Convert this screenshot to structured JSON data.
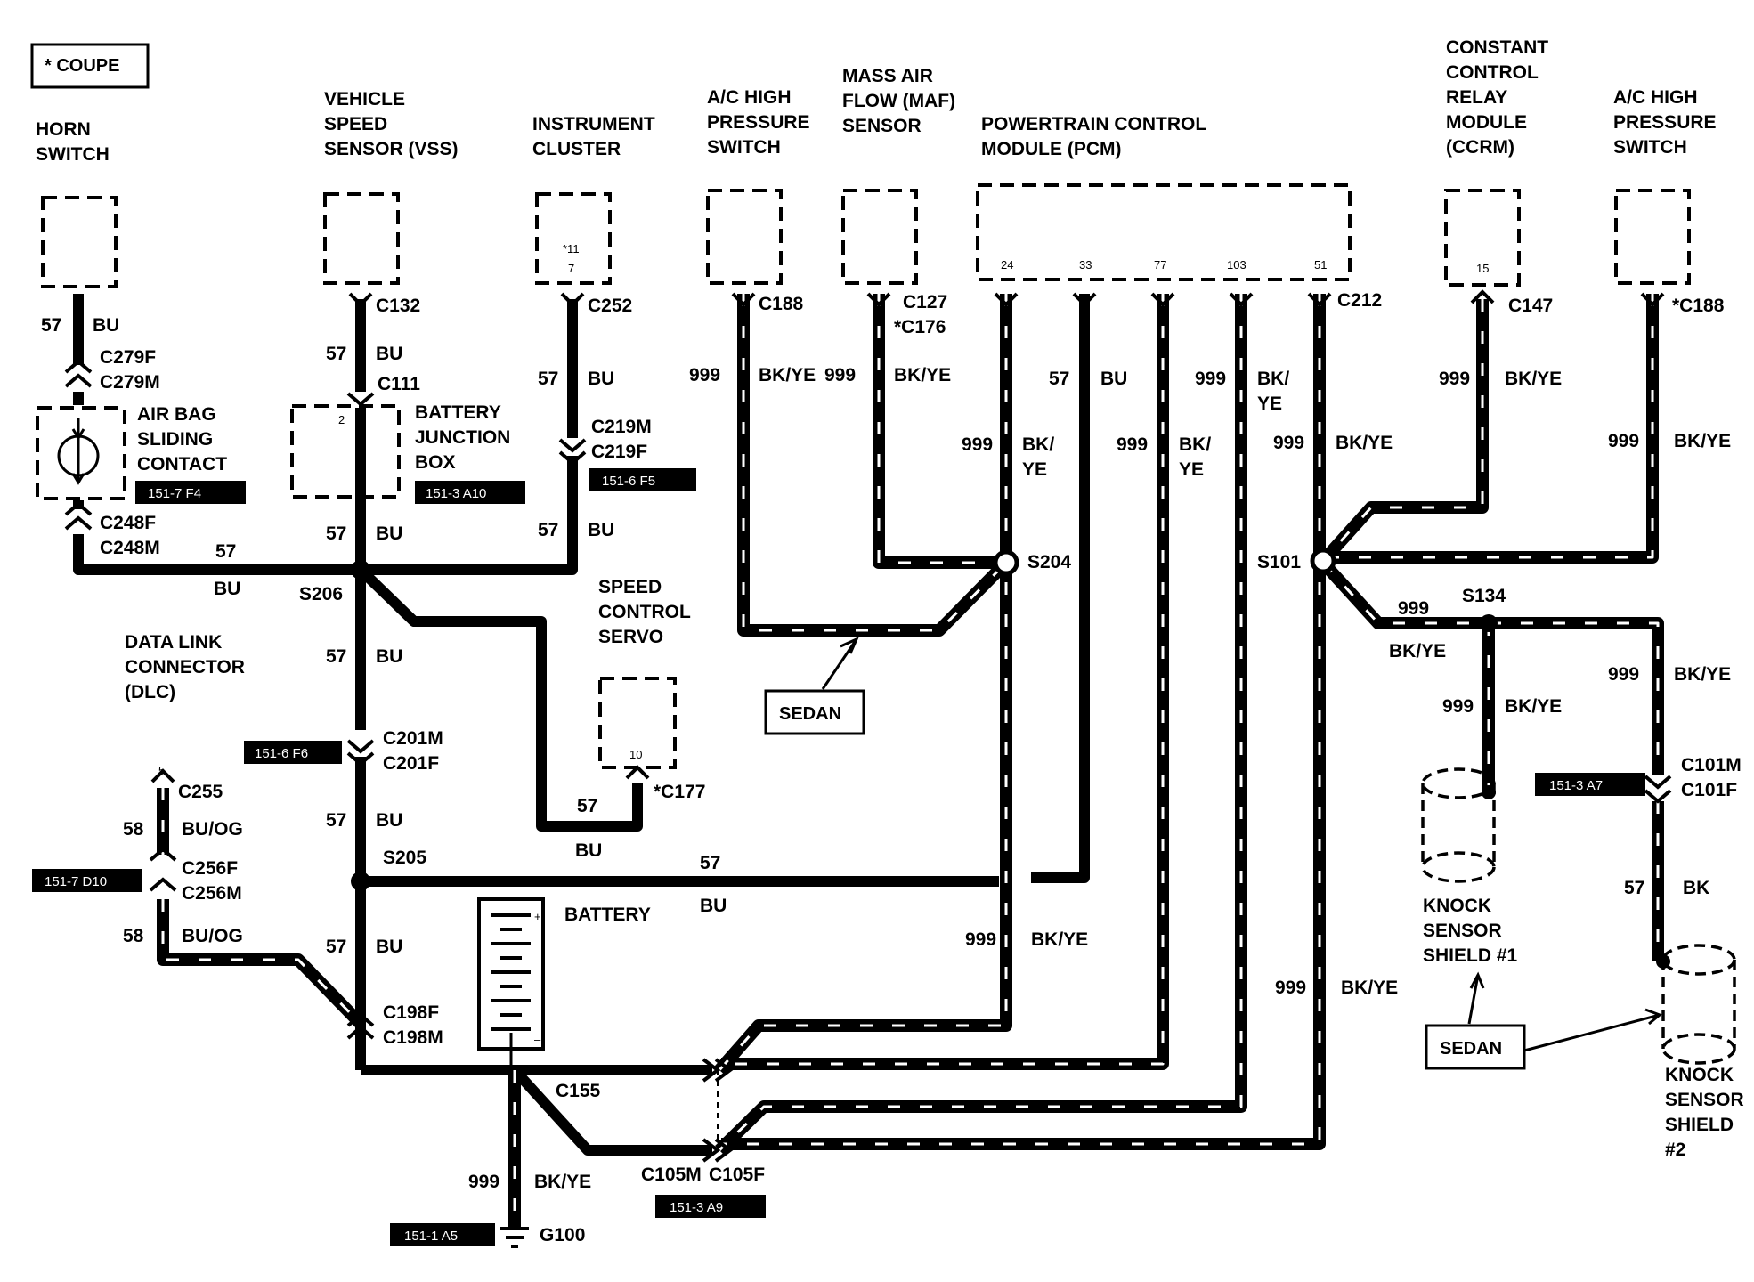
{
  "legend": {
    "coupe_note": "* COUPE"
  },
  "components": {
    "horn_switch": [
      "HORN",
      "SWITCH"
    ],
    "vss": [
      "VEHICLE",
      "SPEED",
      "SENSOR (VSS)"
    ],
    "instrument_cluster": [
      "INSTRUMENT",
      "CLUSTER"
    ],
    "ac_high_pressure_1": [
      "A/C HIGH",
      "PRESSURE",
      "SWITCH"
    ],
    "maf": [
      "MASS AIR",
      "FLOW (MAF)",
      "SENSOR"
    ],
    "pcm": [
      "POWERTRAIN CONTROL",
      "MODULE (PCM)"
    ],
    "ccrm": [
      "CONSTANT",
      "CONTROL",
      "RELAY",
      "MODULE",
      "(CCRM)"
    ],
    "ac_high_pressure_2": [
      "A/C HIGH",
      "PRESSURE",
      "SWITCH"
    ],
    "air_bag": [
      "AIR BAG",
      "SLIDING",
      "CONTACT"
    ],
    "bjb": [
      "BATTERY",
      "JUNCTION",
      "BOX"
    ],
    "dlc": [
      "DATA LINK",
      "CONNECTOR",
      "(DLC)"
    ],
    "speed_control": [
      "SPEED",
      "CONTROL",
      "SERVO"
    ],
    "battery": [
      "BATTERY"
    ],
    "knock1": [
      "KNOCK",
      "SENSOR",
      "SHIELD #1"
    ],
    "knock2": [
      "KNOCK",
      "SENSOR",
      "SHIELD",
      "#2"
    ]
  },
  "pins": {
    "cluster_a": "*11",
    "cluster_b": "7",
    "bjb": "2",
    "pcm": [
      "24",
      "33",
      "77",
      "103",
      "51"
    ],
    "ccrm": "15",
    "servo": "10",
    "dlc": "5"
  },
  "connectors": {
    "c132": "C132",
    "c252": "C252",
    "c188": "C188",
    "c127": "C127",
    "c176": "*C176",
    "c212": "C212",
    "c147": "C147",
    "c188b": "*C188",
    "c279f": "C279F",
    "c279m": "C279M",
    "c111": "C111",
    "c219m": "C219M",
    "c219f": "C219F",
    "c248f": "C248F",
    "c248m": "C248M",
    "c201m": "C201M",
    "c201f": "C201F",
    "c177": "*C177",
    "c255": "C255",
    "c256f": "C256F",
    "c256m": "C256M",
    "c198f": "C198F",
    "c198m": "C198M",
    "c155": "C155",
    "c105m": "C105M",
    "c105f": "C105F",
    "c101m": "C101M",
    "c101f": "C101F",
    "g100": "G100"
  },
  "splices": {
    "s206": "S206",
    "s205": "S205",
    "s204": "S204",
    "s101": "S101",
    "s134": "S134"
  },
  "wires": {
    "c57": "57",
    "bu": "BU",
    "c58": "58",
    "buog": "BU/OG",
    "c999": "999",
    "bkye": "BK/YE",
    "bk_": "BK/",
    "ye": "YE",
    "bk": "BK"
  },
  "page_refs": {
    "r1": "151-7 F4",
    "r2": "151-3 A10",
    "r3": "151-6 F5",
    "r4": "151-6 F6",
    "r5": "151-7 D10",
    "r6": "151-1 A5",
    "r7": "151-3 A9",
    "r8": "151-3 A7"
  },
  "notes": {
    "sedan": "SEDAN"
  }
}
